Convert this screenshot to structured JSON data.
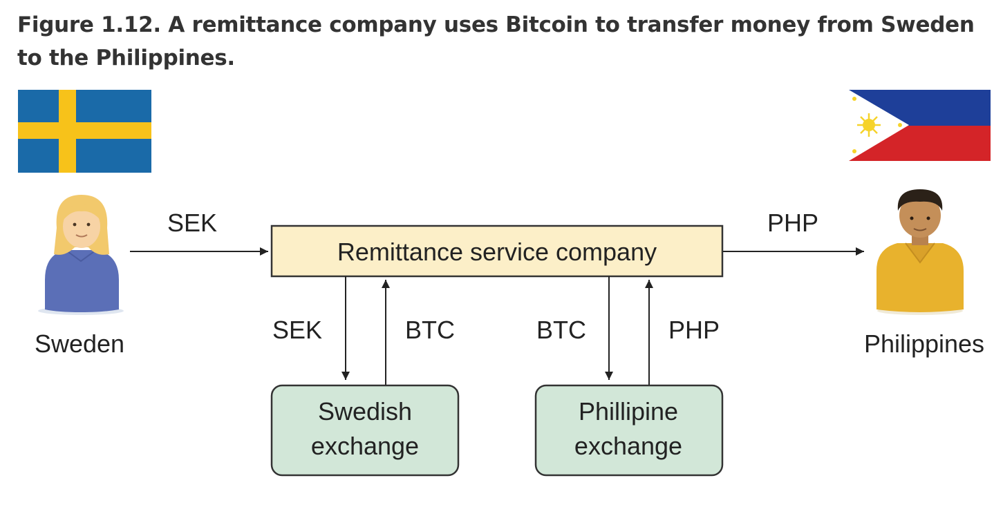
{
  "figure": {
    "caption": "Figure 1.12. A remittance company uses Bitcoin to transfer money from Sweden to the Philippines."
  },
  "flags": {
    "sweden": {
      "icon": "sweden-flag-icon",
      "blue": "#1a6aa8",
      "yellow": "#f7c21a"
    },
    "philippines": {
      "icon": "philippines-flag-icon",
      "blue": "#1e3f99",
      "red": "#d42428",
      "white": "#ffffff",
      "yellow": "#f6d32a"
    }
  },
  "people": {
    "sender": {
      "icon": "woman-avatar-icon",
      "label": "Sweden"
    },
    "receiver": {
      "icon": "man-avatar-icon",
      "label": "Philippines"
    }
  },
  "arrows": {
    "sender_to_company": "SEK",
    "company_to_receiver": "PHP",
    "company_to_swedish_exchange": "SEK",
    "swedish_exchange_to_company": "BTC",
    "company_to_philippine_exchange": "BTC",
    "philippine_exchange_to_company": "PHP"
  },
  "boxes": {
    "company": {
      "label": "Remittance service company",
      "fill": "#fcefc8"
    },
    "swedish_exchange": {
      "line1": "Swedish",
      "line2": "exchange",
      "fill": "#d2e7d8"
    },
    "philippine_exchange": {
      "line1": "Phillipine",
      "line2": "exchange",
      "fill": "#d2e7d8"
    }
  }
}
